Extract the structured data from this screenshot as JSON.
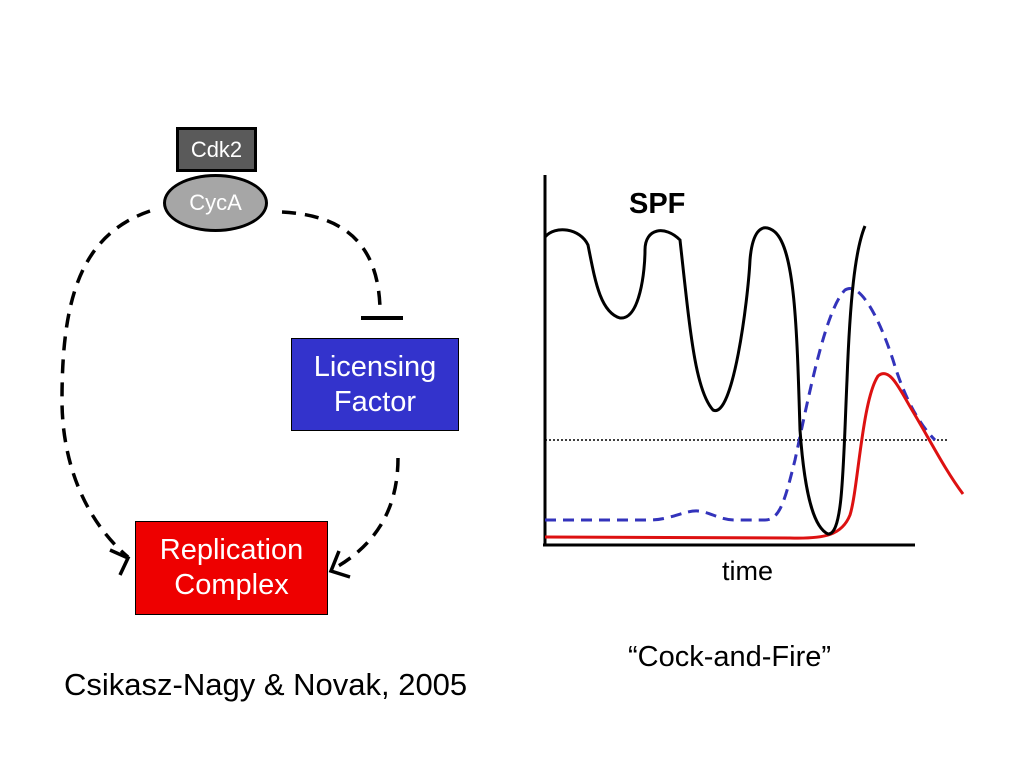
{
  "diagram": {
    "nodes": {
      "cdk2": "Cdk2",
      "cyca": "CycA",
      "licensing_factor": "Licensing\nFactor",
      "replication_complex": "Replication\nComplex"
    },
    "edges": [
      {
        "from": "Cdk2/CycA",
        "to": "Replication Complex",
        "style": "dashed",
        "type": "activation"
      },
      {
        "from": "Cdk2/CycA",
        "to": "Licensing Factor",
        "style": "dashed",
        "type": "inhibition"
      },
      {
        "from": "Licensing Factor",
        "to": "Replication Complex",
        "style": "dashed",
        "type": "activation"
      }
    ]
  },
  "plot": {
    "curve_label": "SPF",
    "xlabel": "time",
    "caption": "“Cock-and-Fire”",
    "series_colors": {
      "spf": "#000000",
      "blue_dashed": "#3333bb",
      "red": "#dd1111",
      "threshold": "#000000"
    }
  },
  "citation": "Csikasz-Nagy & Novak, 2005"
}
